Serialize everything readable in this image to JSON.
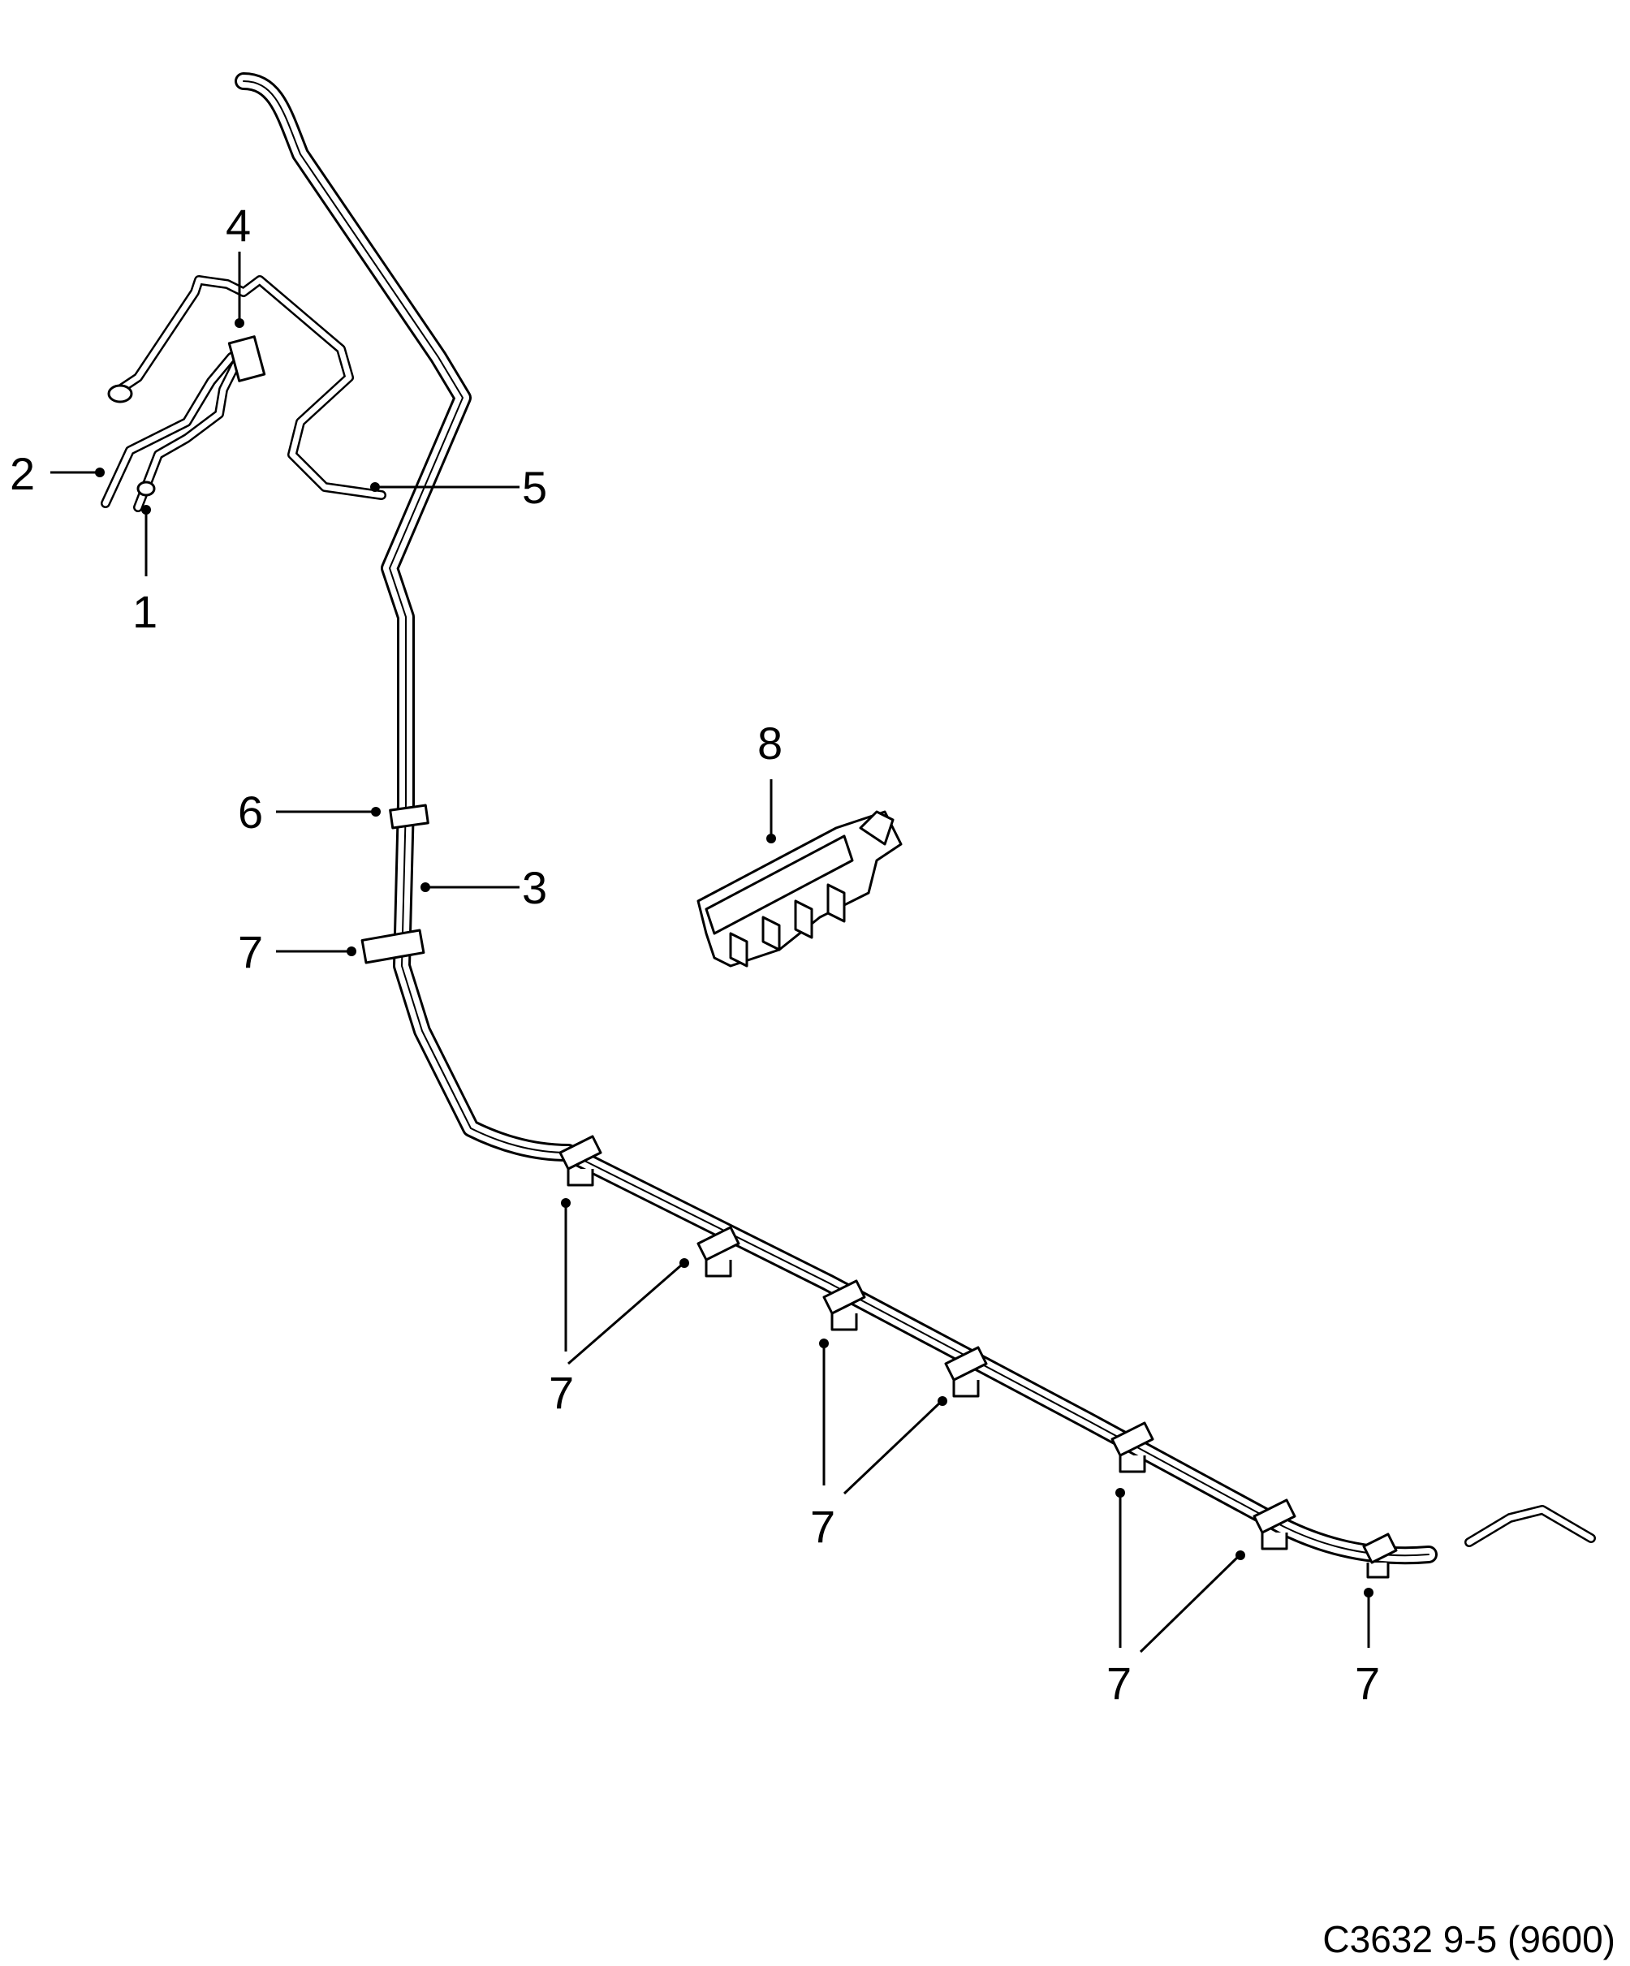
{
  "callouts": {
    "c1": "1",
    "c2": "2",
    "c3": "3",
    "c4": "4",
    "c5": "5",
    "c6": "6",
    "c7": "7",
    "c8": "8"
  },
  "reference_code": "C3632 9-5 (9600)"
}
